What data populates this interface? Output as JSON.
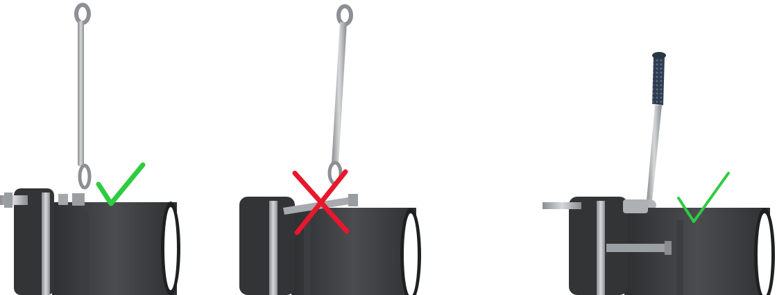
{
  "panels": [
    {
      "id": "correct-wrench-position",
      "verdict_icon": "check-icon",
      "verdict": "correct",
      "tool": "ring-wrench"
    },
    {
      "id": "incorrect-wrench-position",
      "verdict_icon": "cross-icon",
      "verdict": "incorrect",
      "tool": "ring-wrench"
    },
    {
      "id": "correct-ratchet-position",
      "verdict_icon": "check-icon",
      "verdict": "correct",
      "tool": "ratchet-handle"
    }
  ],
  "colors": {
    "pipe_dark": "#3a3b3d",
    "pipe_mid": "#4a4b4e",
    "pipe_light": "#5e6063",
    "metal": "#b9bcbf",
    "metal_dark": "#7d8084",
    "check": "#2ecc40",
    "cross": "#e8172c",
    "grip": "#3a4a5e"
  }
}
